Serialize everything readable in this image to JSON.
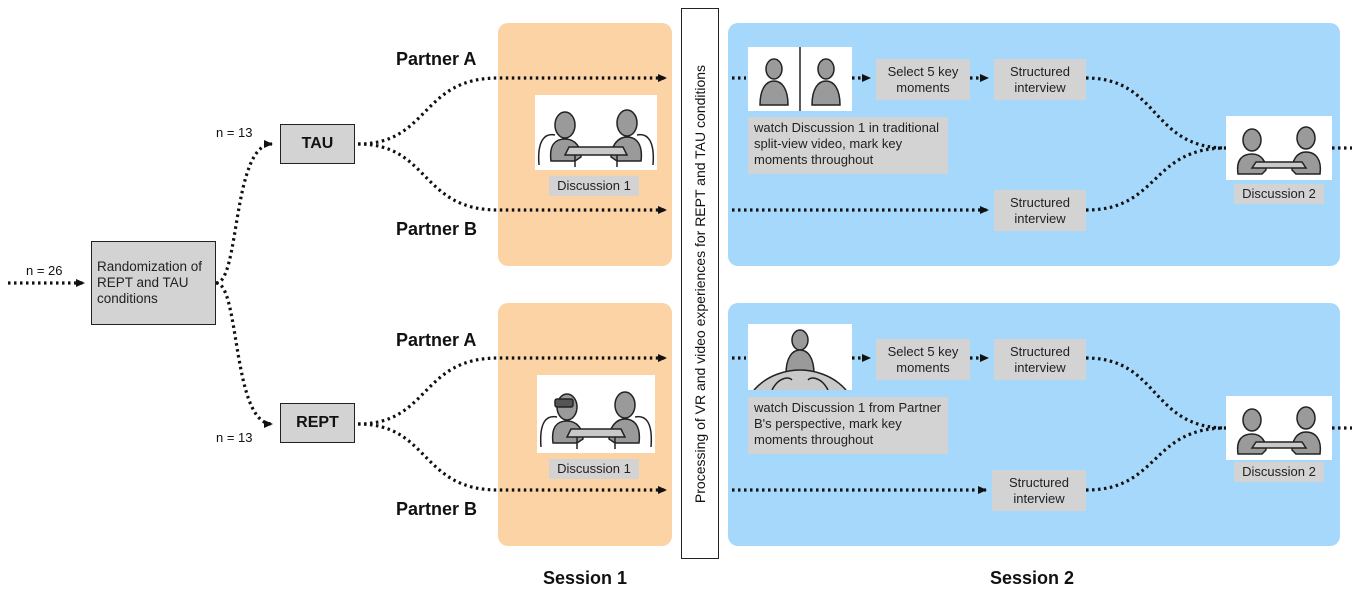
{
  "population": {
    "n_total": "n = 26",
    "n_tau": "n = 13",
    "n_rept": "n = 13"
  },
  "randomization": {
    "text": "Randomization of REPT and TAU conditions"
  },
  "conditions": {
    "tau": "TAU",
    "rept": "REPT"
  },
  "partners": {
    "a": "Partner A",
    "b": "Partner B"
  },
  "session1": {
    "label": "Session 1",
    "tau_discussion": "Discussion 1",
    "rept_discussion": "Discussion 1"
  },
  "processing": {
    "text": "Processing of VR and video experiences for REPT and TAU conditions"
  },
  "session2": {
    "label": "Session 2",
    "tau": {
      "watch": "watch Discussion 1 in traditional split-view video, mark key moments throughout",
      "select": "Select 5 key moments",
      "interview_a": "Structured interview",
      "interview_b": "Structured interview",
      "discussion": "Discussion 2"
    },
    "rept": {
      "watch": "watch Discussion 1 from Partner B's perspective, mark key moments throughout",
      "select": "Select 5 key moments",
      "interview_a": "Structured interview",
      "interview_b": "Structured interview",
      "discussion": "Discussion 2"
    }
  },
  "colors": {
    "session1_panel": "#fbd3a4",
    "session2_panel": "#a6d8fb",
    "box_fill": "#d3d3d3",
    "arrow": "#111111"
  },
  "icons": [
    "dyad-at-table-icon",
    "split-view-video-icon",
    "first-person-view-icon",
    "vr-headset-dyad-icon"
  ]
}
